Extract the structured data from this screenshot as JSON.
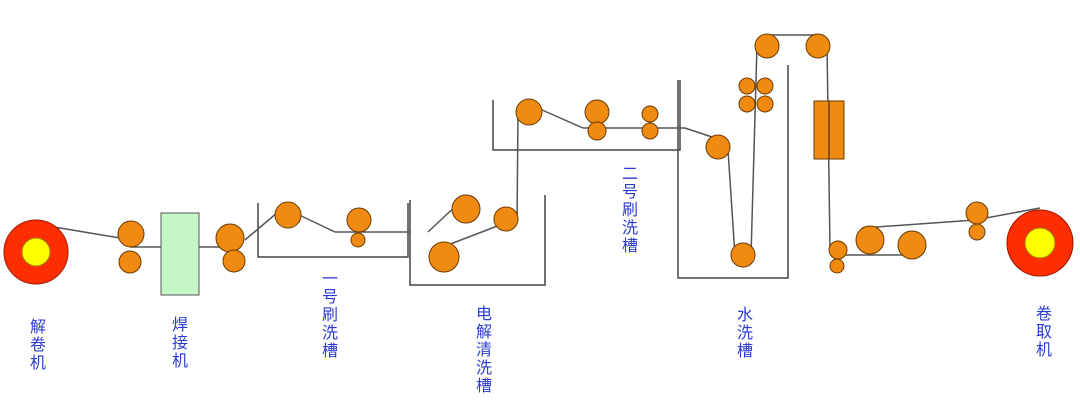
{
  "labels": {
    "uncoiler": "解卷机",
    "welder": "焊接机",
    "brush_tank_1": "一号刷洗槽",
    "electrolytic_tank": "电解清洗槽",
    "brush_tank_2": "二号刷洗槽",
    "water_rinse_tank": "水洗槽",
    "recoiler": "卷取机"
  },
  "colors": {
    "roller_fill": "#f08a10",
    "roller_stroke": "#6b3a00",
    "coil_outer": "#ff2e00",
    "coil_inner": "#ffff00",
    "strip_line": "#555555",
    "tank_line": "#444444",
    "welder_fill": "#c6f5c6",
    "dryer_fill": "#f08a10",
    "label_text": "#2b3bd1"
  }
}
